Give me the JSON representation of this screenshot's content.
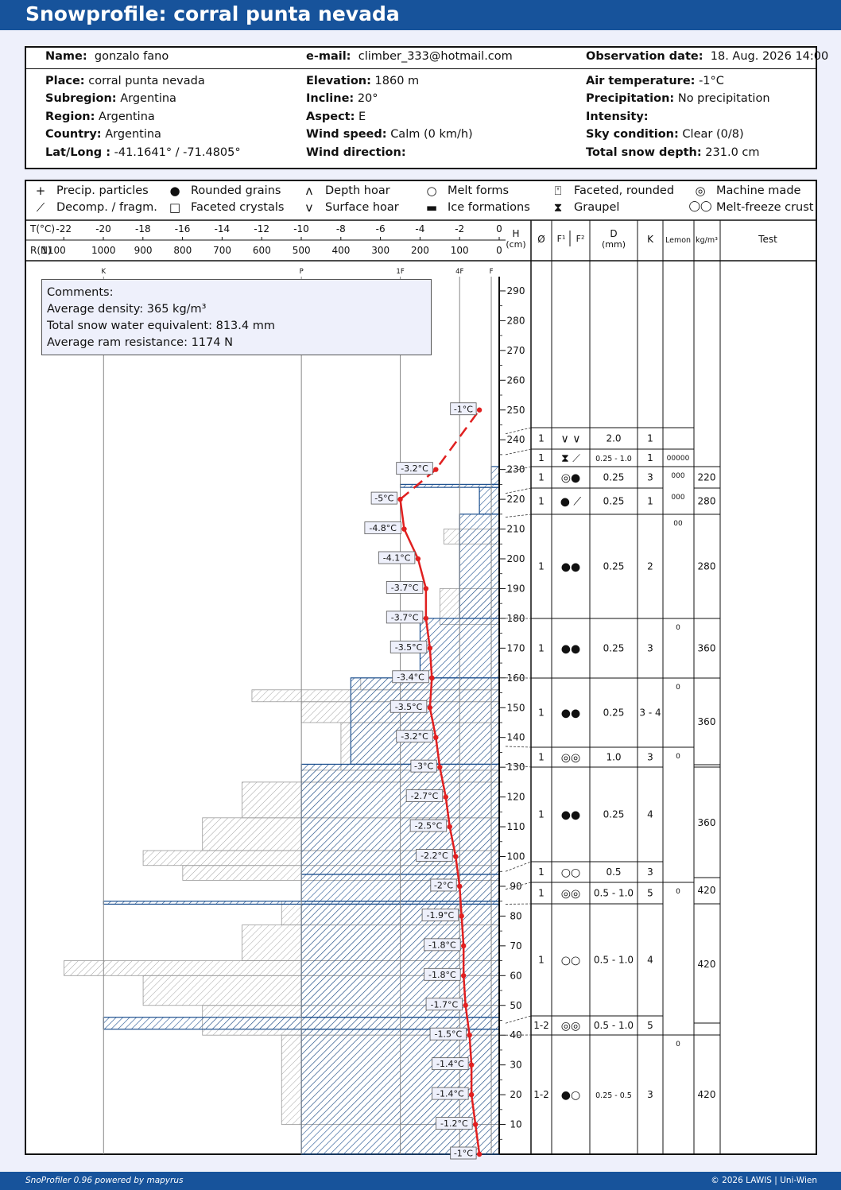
{
  "title": "Snowprofile: corral punta nevada",
  "header": {
    "name_label": "Name:",
    "name": "gonzalo fano",
    "email_label": "e-mail:",
    "email": "climber_333@hotmail.com",
    "obs_label": "Observation date:",
    "obs_date": "18. Aug. 2026 14:00"
  },
  "info": {
    "col1": [
      {
        "label": "Place:",
        "value": "corral punta nevada"
      },
      {
        "label": "Subregion:",
        "value": "Argentina"
      },
      {
        "label": "Region:",
        "value": "Argentina"
      },
      {
        "label": "Country:",
        "value": "Argentina"
      },
      {
        "label": "Lat/Long :",
        "value": "-41.1641° / -71.4805°"
      }
    ],
    "col2": [
      {
        "label": "Elevation:",
        "value": "1860 m"
      },
      {
        "label": "Incline:",
        "value": "20°"
      },
      {
        "label": "Aspect:",
        "value": "E"
      },
      {
        "label": "Wind speed:",
        "value": "Calm (0 km/h)"
      },
      {
        "label": "Wind direction:",
        "value": ""
      }
    ],
    "col3": [
      {
        "label": "Air temperature:",
        "value": "-1°C"
      },
      {
        "label": "Precipitation:",
        "value": "No precipitation"
      },
      {
        "label": "Intensity:",
        "value": ""
      },
      {
        "label": "Sky condition:",
        "value": "Clear (0/8)"
      },
      {
        "label": "Total snow depth:",
        "value": "231.0 cm"
      }
    ]
  },
  "legend": [
    {
      "icon": "+",
      "icon_name": "precip-particles-icon",
      "label": "Precip. particles"
    },
    {
      "icon": "⟋",
      "icon_name": "decomp-fragm-icon",
      "label": "Decomp. / fragm."
    },
    {
      "icon": "●",
      "icon_name": "rounded-grains-icon",
      "label": "Rounded grains"
    },
    {
      "icon": "□",
      "icon_name": "faceted-crystals-icon",
      "label": "Faceted crystals"
    },
    {
      "icon": "ʌ",
      "icon_name": "depth-hoar-icon",
      "label": "Depth hoar"
    },
    {
      "icon": "v",
      "icon_name": "surface-hoar-icon",
      "label": "Surface hoar"
    },
    {
      "icon": "○",
      "icon_name": "melt-forms-icon",
      "label": "Melt forms"
    },
    {
      "icon": "▬",
      "icon_name": "ice-formations-icon",
      "label": "Ice formations"
    },
    {
      "icon": "⍞",
      "icon_name": "faceted-rounded-icon",
      "label": "Faceted, rounded"
    },
    {
      "icon": "⧗",
      "icon_name": "graupel-icon",
      "label": "Graupel"
    },
    {
      "icon": "◎",
      "icon_name": "machine-made-icon",
      "label": "Machine made"
    },
    {
      "icon": "◯◯",
      "icon_name": "melt-freeze-crust-icon",
      "label": "Melt-freeze crust"
    }
  ],
  "axes": {
    "t_label": "T(°C)",
    "t_ticks": [
      "-22",
      "-20",
      "-18",
      "-16",
      "-14",
      "-12",
      "-10",
      "-8",
      "-6",
      "-4",
      "-2",
      "0"
    ],
    "r_label": "R(N)",
    "r_ticks": [
      "1100",
      "1000",
      "900",
      "800",
      "700",
      "600",
      "500",
      "400",
      "300",
      "200",
      "100",
      "0"
    ],
    "hand_ticks": [
      "K",
      "P",
      "1F",
      "4F",
      "F"
    ],
    "h_label": "H",
    "h_unit": "(cm)",
    "h_ticks": [
      "290",
      "280",
      "270",
      "260",
      "250",
      "240",
      "230",
      "220",
      "210",
      "200",
      "190",
      "180",
      "170",
      "160",
      "150",
      "140",
      "130",
      "120",
      "110",
      "100",
      "90",
      "80",
      "70",
      "60",
      "50",
      "40",
      "30",
      "20",
      "10"
    ]
  },
  "table_headers": {
    "size": "Ø",
    "f1": "F¹",
    "f2": "F²",
    "d": "D",
    "d_unit": "(mm)",
    "k": "K",
    "lemon": "Lemon",
    "density": "kg/m³",
    "test": "Test"
  },
  "comments": {
    "title": "Comments:",
    "lines": [
      "Average density: 365 kg/m³",
      "Total snow water equivalent: 813.4 mm",
      "Average ram resistance: 1174 N"
    ]
  },
  "chart_data": {
    "type": "line",
    "title": "",
    "xlabel": "T(°C)",
    "ylabel": "H (cm)",
    "xlim": [
      -22,
      0
    ],
    "ylim": [
      0,
      290
    ],
    "temperature_profile": [
      {
        "h": 0,
        "t": -1
      },
      {
        "h": 10,
        "t": -1.2
      },
      {
        "h": 20,
        "t": -1.4
      },
      {
        "h": 30,
        "t": -1.4
      },
      {
        "h": 40,
        "t": -1.5
      },
      {
        "h": 50,
        "t": -1.7
      },
      {
        "h": 60,
        "t": -1.8
      },
      {
        "h": 70,
        "t": -1.8
      },
      {
        "h": 80,
        "t": -1.9
      },
      {
        "h": 90,
        "t": -2
      },
      {
        "h": 100,
        "t": -2.2
      },
      {
        "h": 110,
        "t": -2.5
      },
      {
        "h": 120,
        "t": -2.7
      },
      {
        "h": 130,
        "t": -3
      },
      {
        "h": 140,
        "t": -3.2
      },
      {
        "h": 150,
        "t": -3.5
      },
      {
        "h": 160,
        "t": -3.4
      },
      {
        "h": 170,
        "t": -3.5
      },
      {
        "h": 180,
        "t": -3.7
      },
      {
        "h": 190,
        "t": -3.7
      },
      {
        "h": 200,
        "t": -4.1
      },
      {
        "h": 210,
        "t": -4.8
      },
      {
        "h": 220,
        "t": -5
      },
      {
        "h": 230,
        "t": -3.2
      },
      {
        "h": 250,
        "t": -1
      }
    ],
    "temperature_labels": [
      "-1°C",
      "-1.2°C",
      "-1.4°C",
      "-1.4°C",
      "-1.5°C",
      "-1.7°C",
      "-1.8°C",
      "-1.8°C",
      "-1.9°C",
      "-2°C",
      "-2.2°C",
      "-2.5°C",
      "-2.7°C",
      "-3°C",
      "-3.2°C",
      "-3.5°C",
      "-3.4°C",
      "-3.5°C",
      "-3.7°C",
      "-3.7°C",
      "-4.1°C",
      "-4.8°C",
      "-5°C",
      "-3.2°C",
      "-1°C"
    ],
    "hardness_profile": [
      {
        "h_bottom": 0,
        "h_top": 42,
        "r": 500
      },
      {
        "h_bottom": 42,
        "h_top": 46,
        "r": 1000
      },
      {
        "h_bottom": 46,
        "h_top": 84,
        "r": 500
      },
      {
        "h_bottom": 84,
        "h_top": 85,
        "r": 1000
      },
      {
        "h_bottom": 85,
        "h_top": 94,
        "r": 500
      },
      {
        "h_bottom": 94,
        "h_top": 131,
        "r": 500
      },
      {
        "h_bottom": 131,
        "h_top": 160,
        "r": 375
      },
      {
        "h_bottom": 160,
        "h_top": 180,
        "r": 200
      },
      {
        "h_bottom": 180,
        "h_top": 215,
        "r": 100
      },
      {
        "h_bottom": 215,
        "h_top": 224,
        "r": 50
      },
      {
        "h_bottom": 224,
        "h_top": 225,
        "r": 250
      },
      {
        "h_bottom": 225,
        "h_top": 231,
        "r": 20
      }
    ],
    "ram_profile": [
      {
        "h_bottom": 0,
        "h_top": 10,
        "r": 250
      },
      {
        "h_bottom": 10,
        "h_top": 40,
        "r": 550
      },
      {
        "h_bottom": 40,
        "h_top": 50,
        "r": 750
      },
      {
        "h_bottom": 50,
        "h_top": 60,
        "r": 900
      },
      {
        "h_bottom": 60,
        "h_top": 65,
        "r": 1100
      },
      {
        "h_bottom": 65,
        "h_top": 77,
        "r": 650
      },
      {
        "h_bottom": 77,
        "h_top": 85,
        "r": 550
      },
      {
        "h_bottom": 85,
        "h_top": 92,
        "r": 250
      },
      {
        "h_bottom": 92,
        "h_top": 97,
        "r": 800
      },
      {
        "h_bottom": 97,
        "h_top": 102,
        "r": 900
      },
      {
        "h_bottom": 102,
        "h_top": 113,
        "r": 750
      },
      {
        "h_bottom": 113,
        "h_top": 125,
        "r": 650
      },
      {
        "h_bottom": 125,
        "h_top": 129,
        "r": 500
      },
      {
        "h_bottom": 129,
        "h_top": 145,
        "r": 400
      },
      {
        "h_bottom": 145,
        "h_top": 152,
        "r": 500
      },
      {
        "h_bottom": 152,
        "h_top": 156,
        "r": 625
      },
      {
        "h_bottom": 156,
        "h_top": 160,
        "r": 350
      },
      {
        "h_bottom": 178,
        "h_top": 190,
        "r": 150
      },
      {
        "h_bottom": 205,
        "h_top": 210,
        "r": 140
      }
    ]
  },
  "layers": [
    {
      "top": 242,
      "bottom": 235,
      "size": "1",
      "grain": "surface-hoar",
      "grain_label": "∨ ∨",
      "d": "2.0",
      "k": "1",
      "lemon": "",
      "density": ""
    },
    {
      "top": 235,
      "bottom": 229,
      "size": "1",
      "grain": "graupel-decomp",
      "grain_label": "⧗ ⟋",
      "d": "0.25 - 1.0",
      "k": "1",
      "lemon": "00000",
      "density": ""
    },
    {
      "top": 229,
      "bottom": 222,
      "size": "1",
      "grain": "mf-crust-rounded",
      "grain_label": "◎●",
      "d": "0.25",
      "k": "3",
      "lemon": "000",
      "density": "220"
    },
    {
      "top": 222,
      "bottom": 214,
      "size": "1",
      "grain": "rounded-decomp",
      "grain_label": "● ⟋",
      "d": "0.25",
      "k": "1",
      "lemon": "000",
      "density": "280"
    },
    {
      "top": 214,
      "bottom": 180,
      "size": "1",
      "grain": "rounded",
      "grain_label": "●●",
      "d": "0.25",
      "k": "2",
      "lemon": "00",
      "density": "280"
    },
    {
      "top": 180,
      "bottom": 160,
      "size": "1",
      "grain": "rounded",
      "grain_label": "●●",
      "d": "0.25",
      "k": "3",
      "lemon": "0",
      "density": "360"
    },
    {
      "top": 160,
      "bottom": 137,
      "size": "1",
      "grain": "rounded",
      "grain_label": "●●",
      "d": "0.25",
      "k": "3 - 4",
      "lemon": "0",
      "density": "360"
    },
    {
      "top": 137,
      "bottom": 131,
      "size": "1",
      "grain": "mf-crust",
      "grain_label": "◎◎",
      "d": "1.0",
      "k": "3",
      "lemon": "0",
      "density": ""
    },
    {
      "top": 131,
      "bottom": 95,
      "size": "1",
      "grain": "rounded",
      "grain_label": "●●",
      "d": "0.25",
      "k": "4",
      "lemon": "",
      "density": "360"
    },
    {
      "top": 95,
      "bottom": 89,
      "size": "1",
      "grain": "melt-forms",
      "grain_label": "○○",
      "d": "0.5",
      "k": "3",
      "lemon": "",
      "density": ""
    },
    {
      "top": 89,
      "bottom": 84,
      "size": "1",
      "grain": "mf-crust",
      "grain_label": "◎◎",
      "d": "0.5 - 1.0",
      "k": "5",
      "lemon": "0",
      "density": "420"
    },
    {
      "top": 84,
      "bottom": 44,
      "size": "1",
      "grain": "melt-forms",
      "grain_label": "○○",
      "d": "0.5 - 1.0",
      "k": "4",
      "lemon": "",
      "density": "420"
    },
    {
      "top": 44,
      "bottom": 40,
      "size": "1-2",
      "grain": "mf-crust",
      "grain_label": "◎◎",
      "d": "0.5 - 1.0",
      "k": "5",
      "lemon": "",
      "density": ""
    },
    {
      "top": 40,
      "bottom": 0,
      "size": "1-2",
      "grain": "rounded-melt",
      "grain_label": "●○",
      "d": "0.25 - 0.5",
      "k": "3",
      "lemon": "0",
      "density": "420"
    }
  ],
  "footer": {
    "left": "SnoProfiler 0.96 powered by mapyrus",
    "right": "© 2026 LAWIS | Uni-Wien"
  }
}
